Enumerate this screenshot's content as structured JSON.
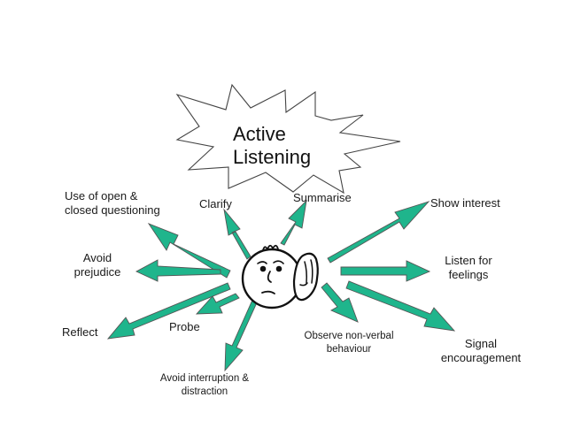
{
  "title": {
    "line1": "Active",
    "line2": "Listening"
  },
  "colors": {
    "arrow_fill": "#1fb58c",
    "arrow_stroke": "#555555",
    "text": "#1a1a1a"
  },
  "items": [
    {
      "id": "questioning",
      "lines": [
        "Use of open &",
        "closed questioning"
      ]
    },
    {
      "id": "clarify",
      "lines": [
        "Clarify"
      ]
    },
    {
      "id": "summarise",
      "lines": [
        "Summarise"
      ]
    },
    {
      "id": "show-interest",
      "lines": [
        "Show interest"
      ]
    },
    {
      "id": "prejudice",
      "lines": [
        "Avoid",
        "prejudice"
      ]
    },
    {
      "id": "feelings",
      "lines": [
        "Listen for",
        "feelings"
      ]
    },
    {
      "id": "reflect",
      "lines": [
        "Reflect"
      ]
    },
    {
      "id": "probe",
      "lines": [
        "Probe"
      ]
    },
    {
      "id": "non-verbal",
      "lines": [
        "Observe non-verbal",
        "behaviour"
      ]
    },
    {
      "id": "encouragement",
      "lines": [
        "Signal",
        "encouragement"
      ]
    },
    {
      "id": "interruption",
      "lines": [
        "Avoid interruption &",
        "distraction"
      ]
    }
  ]
}
